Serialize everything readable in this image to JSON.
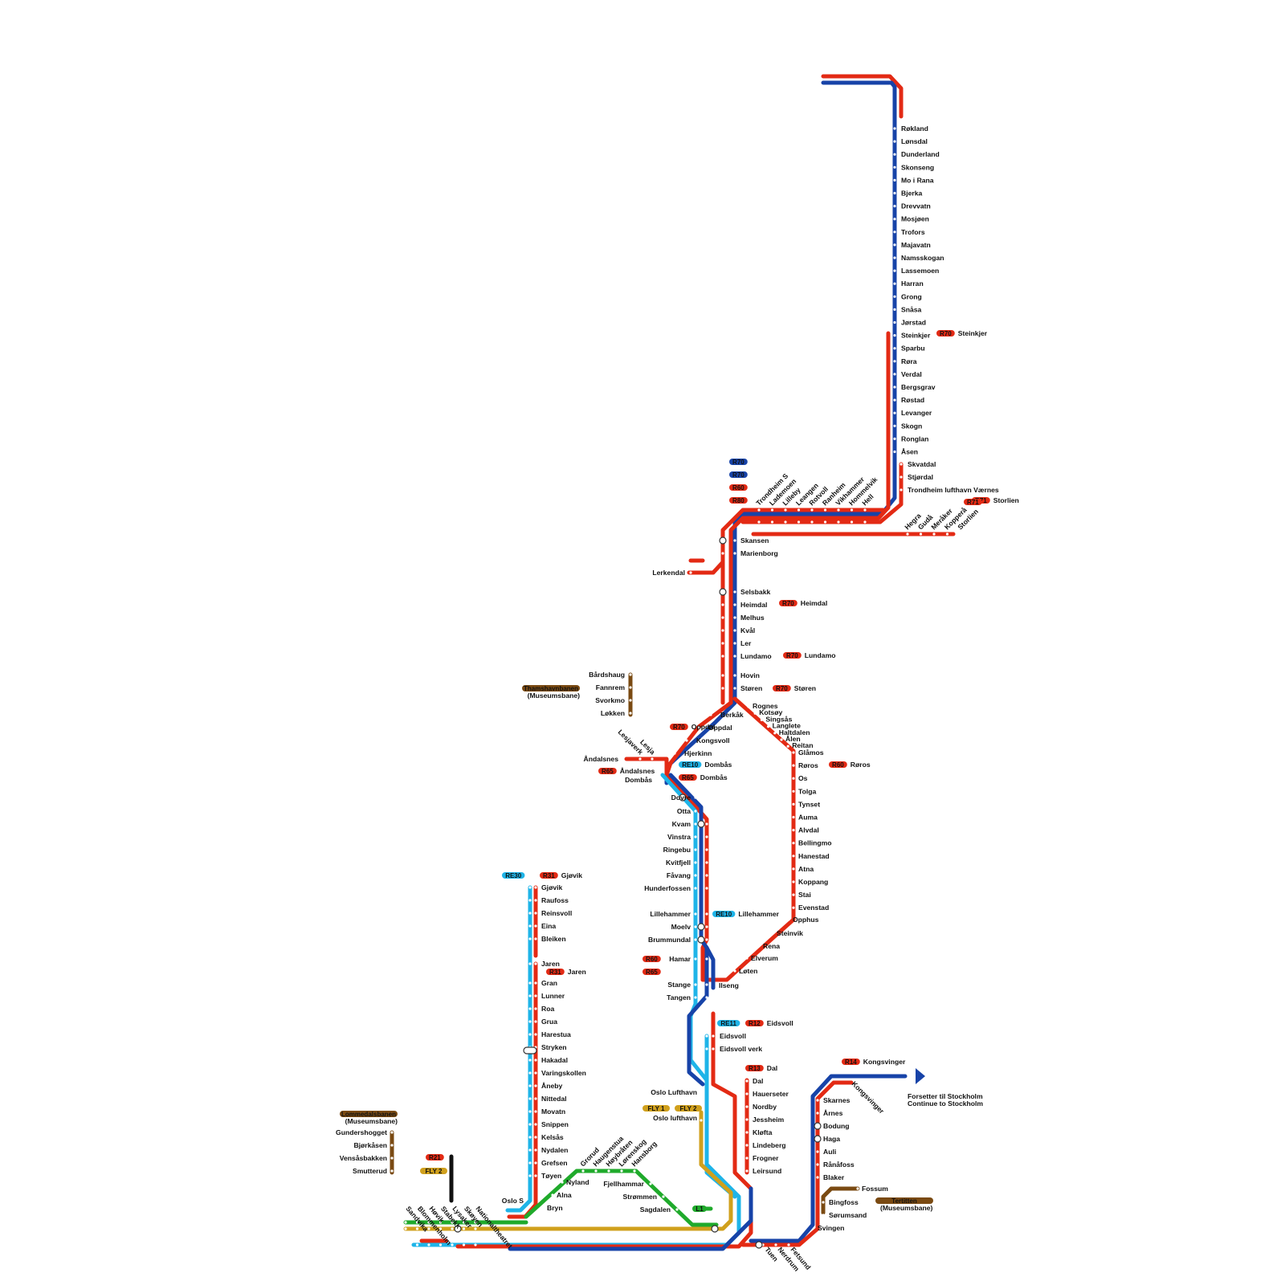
{
  "colors": {
    "red": "#e32a14",
    "blue": "#1743a8",
    "cyan": "#1eb4e8",
    "green": "#1faa2b",
    "gold": "#d0a01c",
    "brown": "#7a4a12",
    "black": "#111111"
  },
  "notes": {
    "continue_no": "Forsetter til Stockholm",
    "continue_en": "Continue to Stockholm"
  },
  "heritage": {
    "thamshavn": {
      "name": "Thamshavnbanen",
      "sub": "(Museumsbane)"
    },
    "lommedal": {
      "name": "Lommedalsbanen",
      "sub": "(Museumsbane)"
    },
    "tertitten": {
      "name": "Tertitten",
      "sub": "(Museumsbane)"
    }
  },
  "stations": {
    "nordland": [
      "Røkland",
      "Lønsdal",
      "Dunderland",
      "Skonseng",
      "Mo i Rana",
      "Bjerka",
      "Drevvatn",
      "Mosjøen",
      "Trofors",
      "Majavatn",
      "Namsskogan",
      "Lassemoen",
      "Harran",
      "Grong",
      "Snåsa",
      "Jørstad",
      "Steinkjer",
      "Sparbu",
      "Røra",
      "Verdal",
      "Bergsgrav",
      "Røstad",
      "Levanger",
      "Skogn",
      "Ronglan",
      "Åsen"
    ],
    "stjordal": [
      "Skvatdal",
      "Stjørdal",
      "Trondheim lufthavn Værnes"
    ],
    "trondheim_diag": [
      "Trondheim S",
      "Lademoen",
      "Lilleby",
      "Leangen",
      "Rotvoll",
      "Ranheim",
      "Vikhammer",
      "Hommelvik",
      "Hell"
    ],
    "meraker_diag": [
      "Hegra",
      "Gudå",
      "Meråker",
      "Kopperå",
      "Storlien"
    ],
    "dovre_upper": [
      "Skansen",
      "Marienborg",
      "Selsbakk",
      "Heimdal",
      "Melhus",
      "Kvål",
      "Ler",
      "Lundamo",
      "Hovin",
      "Støren"
    ],
    "dovre_mid": [
      "Berkåk",
      "Oppdal",
      "Kongsvoll",
      "Hjerkinn"
    ],
    "roros_diag": [
      "Rognes",
      "Kotsøy",
      "Singsås",
      "Langlete",
      "Haltdalen",
      "Ålen",
      "Reitan"
    ],
    "roros": [
      "Glåmos",
      "Røros",
      "Os",
      "Tolga",
      "Tynset",
      "Auma",
      "Alvdal",
      "Bellingmo",
      "Hanestad",
      "Atna",
      "Koppang",
      "Stai",
      "Evenstad"
    ],
    "roros_lower": [
      "Opphus",
      "Steinvik",
      "Rena",
      "Elverum",
      "Løten"
    ],
    "gudbrandsdal": [
      "Dovre",
      "Otta",
      "Kvam",
      "Vinstra",
      "Ringebu",
      "Kvitfjell",
      "Fåvang",
      "Hunderfossen",
      "Lillehammer",
      "Moelv",
      "Brummundal",
      "Hamar",
      "Stange",
      "Tangen"
    ],
    "eidsvoll": [
      "Eidsvoll",
      "Eidsvoll verk"
    ],
    "airport": [
      "Oslo Lufthavn",
      "Oslo lufthavn"
    ],
    "gjovik": [
      "Gjøvik",
      "Raufoss",
      "Reinsvoll",
      "Eina",
      "Bleiken",
      "Jaren",
      "Gran",
      "Lunner",
      "Roa",
      "Grua",
      "Harestua",
      "Stryken",
      "Hakadal",
      "Varingskollen",
      "Åneby",
      "Nittedal",
      "Movatn",
      "Snippen",
      "Kelsås",
      "Nydalen",
      "Grefsen",
      "Tøyen"
    ],
    "lommedal": [
      "Gundershogget",
      "Bjørkåsen",
      "Vensåsbakken",
      "Smutterud"
    ],
    "thamshavn": [
      "Bårdshaug",
      "Fannrem",
      "Svorkmo",
      "Løkken"
    ],
    "hovedbanen_diag": [
      "Grorud",
      "Haugenstua",
      "Høybråten",
      "Lørenskog",
      "Hansborg"
    ],
    "hovedbanen_left": [
      "Nyland",
      "Alna",
      "Bryn"
    ],
    "hovedbanen_right": [
      "Fjellhammar",
      "Strømmen",
      "Sagdalen"
    ],
    "west_diag": [
      "Sandvika",
      "Blommenholm",
      "Høvik",
      "Stabekk",
      "Lysaker",
      "Skøyen",
      "Nationaltheatret"
    ],
    "oslo_s": "Oslo S",
    "kongsvinger_diag": "Kongsvinger",
    "kongsvinger": [
      "Skarnes",
      "Årnes",
      "Bodung",
      "Haga",
      "Auli",
      "Rånåfoss",
      "Blaker"
    ],
    "svingen": "Svingen",
    "tertitten": [
      "Fossum",
      "Bingfoss",
      "Sørumsand"
    ],
    "ilseng": "Ilseng",
    "dal": [
      "Dal",
      "Hauerseter",
      "Nordby",
      "Jessheim",
      "Kløfta",
      "Lindeberg",
      "Frogner",
      "Leirsund"
    ],
    "rauma": [
      "Lesjaverk",
      "Lesja"
    ],
    "andalsnes": "Åndalsnes",
    "dombas": "Dombås",
    "lerkendal": "Lerkendal",
    "bottom_diag": [
      "Tuen",
      "Nerdrum",
      "Fetsund"
    ]
  },
  "badges": [
    {
      "code": "R70",
      "name": "Steinkjer"
    },
    {
      "code": "R71",
      "name": "Storlien"
    },
    {
      "code": "R70",
      "name": "Heimdal"
    },
    {
      "code": "R70",
      "name": "Lundamo"
    },
    {
      "code": "R70",
      "name": "Støren"
    },
    {
      "code": "R60",
      "name": "Røros"
    },
    {
      "code": "R70",
      "name": "Oppdal"
    },
    {
      "code": "RE10",
      "name": "Dombås"
    },
    {
      "code": "R65",
      "name": "Dombås"
    },
    {
      "code": "R65",
      "name": "Åndalsnes"
    },
    {
      "code": "RE10",
      "name": "Lillehammer"
    },
    {
      "code": "RE30",
      "name": ""
    },
    {
      "code": "R31",
      "name": "Gjøvik"
    },
    {
      "code": "R31",
      "name": "Jaren"
    },
    {
      "code": "R60",
      "name": ""
    },
    {
      "code": "R65",
      "name": ""
    },
    {
      "code": "RE11",
      "name": ""
    },
    {
      "code": "R12",
      "name": "Eidsvoll"
    },
    {
      "code": "R13",
      "name": "Dal"
    },
    {
      "code": "R14",
      "name": "Kongsvinger"
    },
    {
      "code": "FLY 1",
      "name": ""
    },
    {
      "code": "FLY 2",
      "name": ""
    },
    {
      "code": "R21",
      "name": ""
    },
    {
      "code": "FLY 2",
      "name": ""
    },
    {
      "code": "L1",
      "name": ""
    },
    {
      "code": "R70",
      "name": ""
    },
    {
      "code": "R70",
      "name": ""
    },
    {
      "code": "R60",
      "name": ""
    },
    {
      "code": "R71",
      "name": ""
    },
    {
      "code": "R80",
      "name": ""
    }
  ]
}
